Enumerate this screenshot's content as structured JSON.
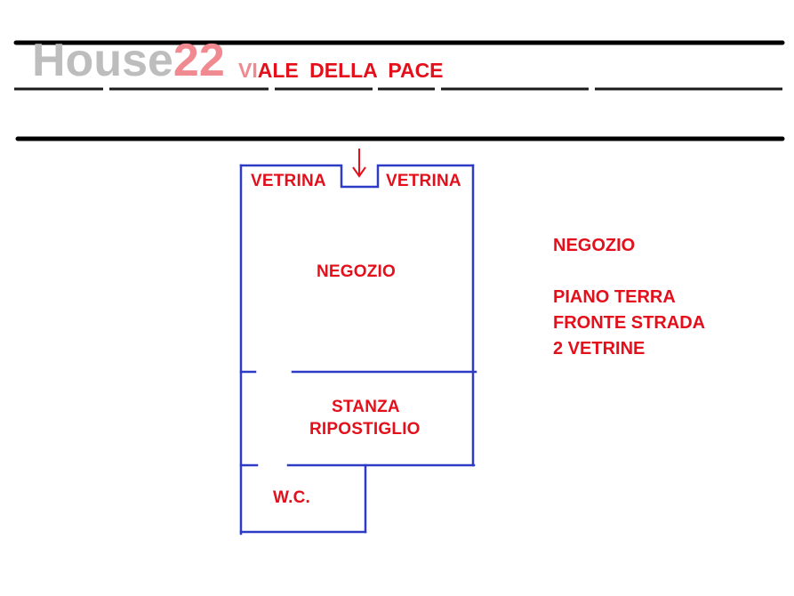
{
  "watermark": {
    "brand_text": "House",
    "brand_number": "22",
    "colors": {
      "text": "#bdbdbd",
      "number": "#f08a90"
    }
  },
  "street": {
    "name": "VIALE DELLA PACE",
    "prefix": "VI",
    "rest": "ALE  DELLA  PACE"
  },
  "rooms": {
    "shop_window_left": "VETRINA",
    "shop_window_right": "VETRINA",
    "main_room": "NEGOZIO",
    "storage_line1": "STANZA",
    "storage_line2": "RIPOSTIGLIO",
    "bathroom": "W.C."
  },
  "entrance": {
    "icon": "arrow-down-icon"
  },
  "notes": {
    "title": "NEGOZIO",
    "lines": [
      "PIANO TERRA",
      "FRONTE STRADA",
      "2 VETRINE"
    ]
  },
  "colors": {
    "walls": "#2e3bc4",
    "labels": "#e3101c",
    "road": "#000000"
  }
}
